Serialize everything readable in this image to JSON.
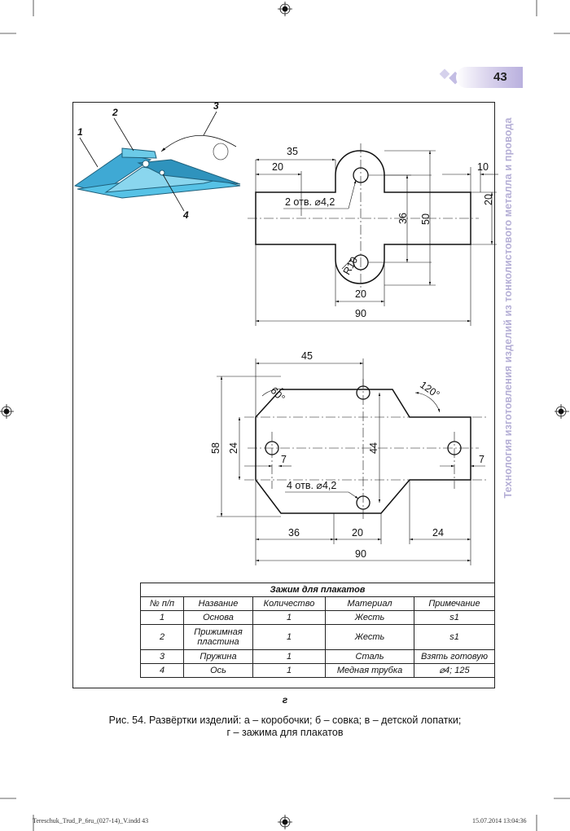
{
  "page": {
    "number": "43",
    "sidebar_title": "Технология изготовления изделий из тонколистового металла и провода"
  },
  "figure": {
    "callouts": [
      "1",
      "2",
      "3",
      "4"
    ],
    "top_drawing": {
      "dims": [
        "35",
        "20",
        "10",
        "20",
        "36",
        "50",
        "20",
        "90"
      ],
      "hole_note": "2 отв. ⌀4,2",
      "radius_note": "R10"
    },
    "bottom_drawing": {
      "dims": [
        "45",
        "58",
        "24",
        "44",
        "7",
        "7",
        "36",
        "20",
        "24",
        "90"
      ],
      "angles": [
        "60°",
        "120°"
      ],
      "hole_note": "4 отв. ⌀4,2"
    },
    "sub_letter": "г"
  },
  "table": {
    "title": "Зажим для плакатов",
    "headers": [
      "№ п/п",
      "Название",
      "Количество",
      "Материал",
      "Примечание"
    ],
    "rows": [
      [
        "1",
        "Основа",
        "1",
        "Жесть",
        "s1"
      ],
      [
        "2",
        "Прижимная пластина",
        "1",
        "Жесть",
        "s1"
      ],
      [
        "3",
        "Пружина",
        "1",
        "Сталь",
        "Взять готовую"
      ],
      [
        "4",
        "Ось",
        "1",
        "Медная трубка",
        "⌀4; 125"
      ]
    ]
  },
  "caption": {
    "line1": "Рис. 54. Развёртки изделий: а – коробочки; б – совка; в – детской лопатки;",
    "line2": "г – зажима для плакатов"
  },
  "footer": {
    "file": "Tereschuk_Trud_P_6ru_(027-14)_V.indd   43",
    "date": "15.07.2014   13:04:36"
  }
}
